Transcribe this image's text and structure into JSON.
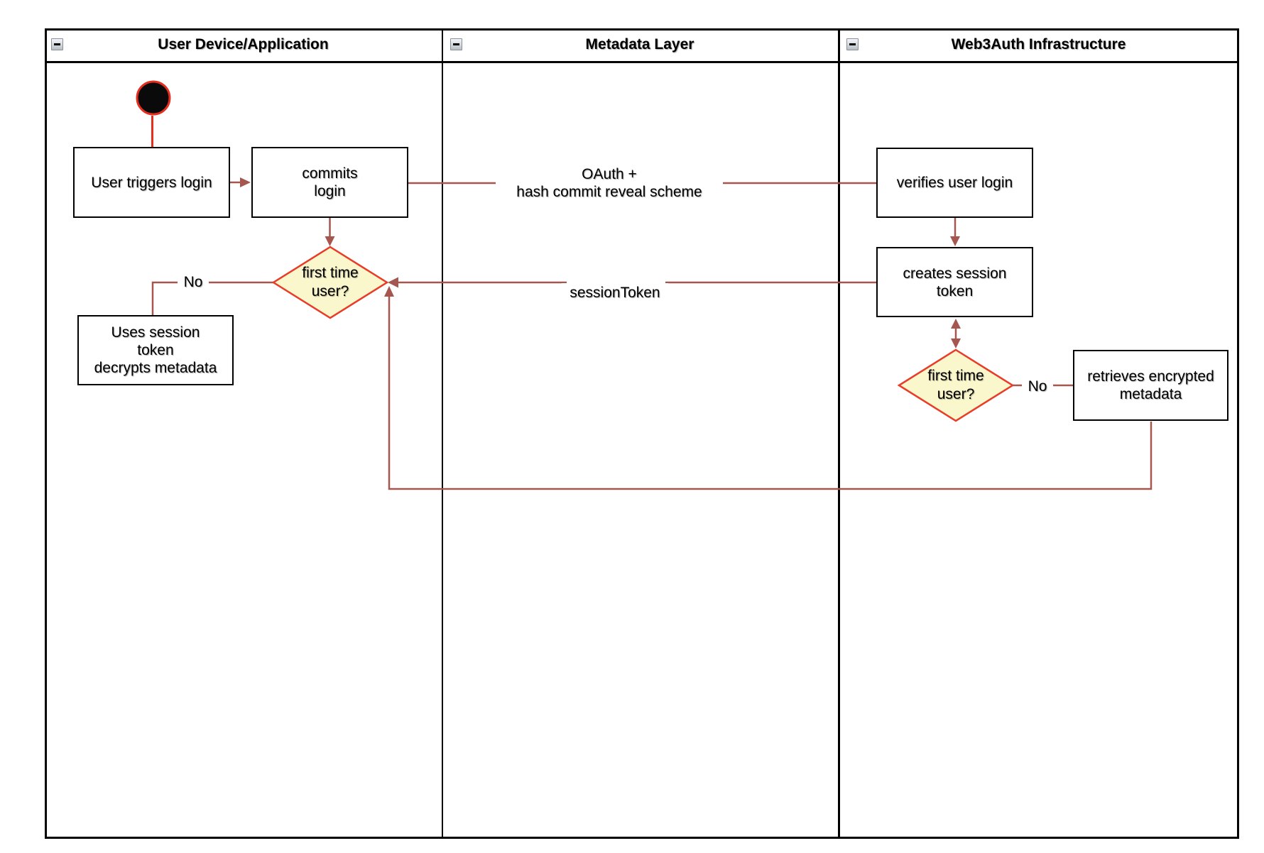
{
  "lanes": [
    {
      "title": "User Device/Application"
    },
    {
      "title": "Metadata Layer"
    },
    {
      "title": "Web3Auth Infrastructure"
    }
  ],
  "nodes": {
    "user_triggers_login": "User triggers login",
    "commits_login": "commits\nlogin",
    "first_time_user_left": "first time\nuser?",
    "uses_session_token": "Uses session\ntoken\ndecrypts metadata",
    "verifies_user_login": "verifies user login",
    "creates_session_token": "creates session\ntoken",
    "first_time_user_right": "first time\nuser?",
    "retrieves_encrypted_metadata": "retrieves encrypted\nmetadata"
  },
  "edge_labels": {
    "oauth": "OAuth +\nhash commit reveal scheme",
    "session_token": "sessionToken",
    "no_left": "No",
    "no_right": "No"
  },
  "colors": {
    "edge": "#A5564F",
    "decision_stroke": "#E83C28",
    "decision_fill": "#FBF7CC",
    "start_stroke": "#E52E1E",
    "start_fill": "#0A0A0A",
    "shape_stroke": "#000000",
    "shape_fill": "#FFFFFF"
  }
}
